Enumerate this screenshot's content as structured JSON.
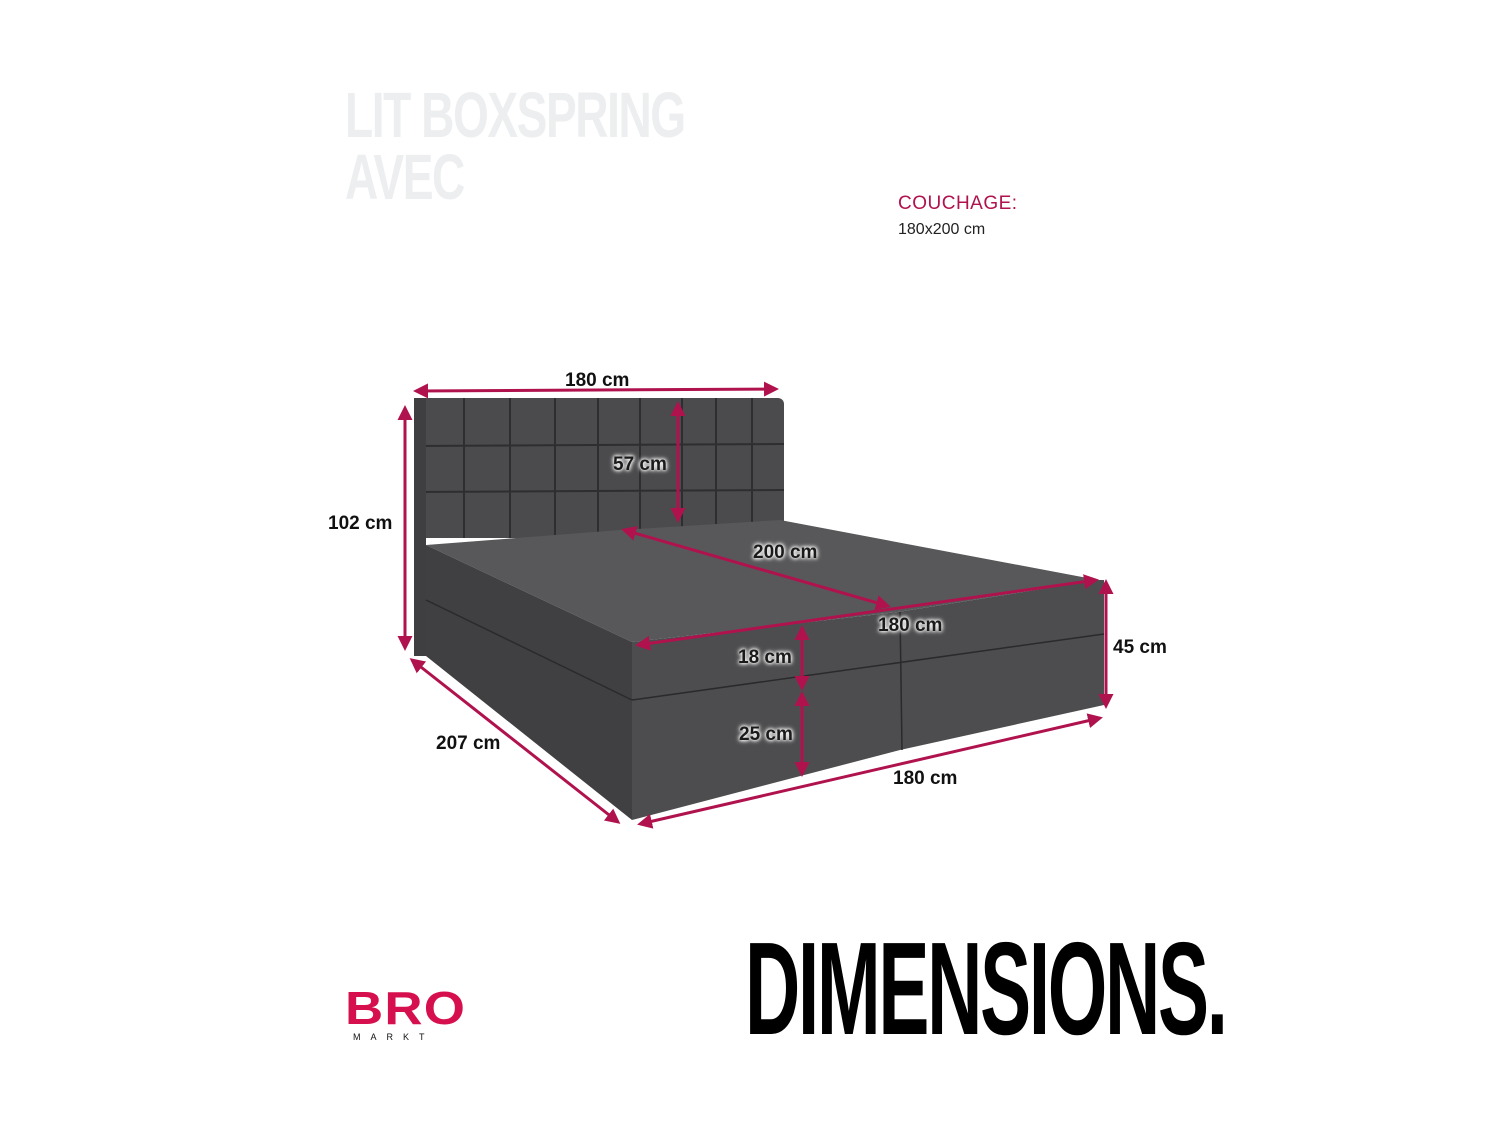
{
  "header": {
    "title_lines": [
      "LIT BOXSPRING",
      "AVEC"
    ]
  },
  "specs": {
    "couchage_label": "COUCHAGE:",
    "couchage_value": "180x200 cm"
  },
  "dimensions": {
    "headboard_width": "180 cm",
    "headboard_panel_height": "57 cm",
    "total_height": "102 cm",
    "mattress_length": "200 cm",
    "mattress_width": "180 cm",
    "topper_height": "18 cm",
    "base_height": "25 cm",
    "side_height": "45 cm",
    "total_length": "207 cm",
    "base_width": "180 cm"
  },
  "brand": {
    "logo_main": "BRO",
    "logo_sub": "MARKT"
  },
  "footer": {
    "headline": "DIMENSIONS."
  },
  "colors": {
    "accent": "#b0124e",
    "brand": "#d6104f",
    "fabric": "#4a4a4c",
    "ghost_title": "#eceef0"
  }
}
